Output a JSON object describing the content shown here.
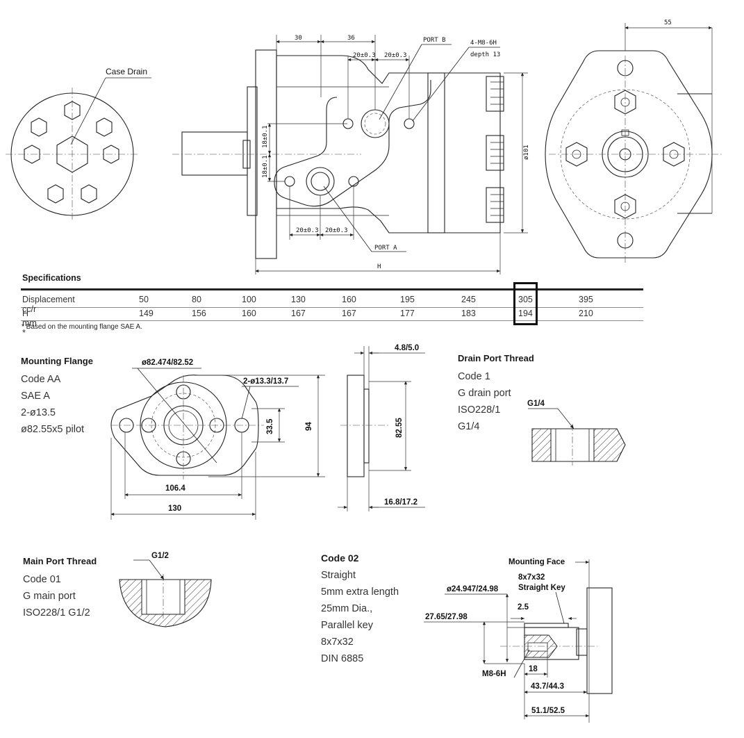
{
  "top": {
    "case_drain_label": "Case Drain",
    "port_a": "PORT A",
    "port_b": "PORT B",
    "thread_callout_1": "4-M8-6H",
    "thread_callout_2": "depth 13",
    "dim_30": "30",
    "dim_36": "36",
    "dim_20a": "20±0.3",
    "dim_20b": "20±0.3",
    "dim_20c": "20±0.3",
    "dim_20d": "20±0.3",
    "dim_18a": "18±0.1",
    "dim_18b": "18±0.1",
    "dim_d101": "ø101",
    "dim_h": "H",
    "dim_55": "55"
  },
  "specs": {
    "title": "Specifications",
    "rows": [
      {
        "label": "Displacement cc/r",
        "values": [
          "50",
          "80",
          "100",
          "130",
          "160",
          "195",
          "245",
          "305",
          "395"
        ]
      },
      {
        "label": "H mm *",
        "values": [
          "149",
          "156",
          "160",
          "167",
          "167",
          "177",
          "183",
          "194",
          "210"
        ]
      }
    ],
    "note": "* Based on the mounting flange SAE A."
  },
  "mounting_flange": {
    "title": "Mounting Flange",
    "lines": [
      "Code AA",
      "SAE A",
      "2-ø13.5",
      "ø82.55x5 pilot"
    ],
    "dim_pilot": "ø82.474/82.52",
    "dim_holes": "2-ø13.3/13.7",
    "dim_335": "33.5",
    "dim_94": "94",
    "dim_1064": "106.4",
    "dim_130": "130",
    "dim_48": "4.8/5.0",
    "dim_8255": "82.55",
    "dim_168": "16.8/17.2"
  },
  "drain_port": {
    "title": "Drain Port Thread",
    "lines": [
      "Code 1",
      "G drain port",
      "ISO228/1",
      "G1/4"
    ],
    "callout": "G1/4"
  },
  "main_port": {
    "title": "Main Port Thread",
    "lines": [
      "Code 01",
      "G main port",
      "ISO228/1 G1/2"
    ],
    "callout": "G1/2"
  },
  "code02": {
    "title": "Code 02",
    "lines": [
      "Straight",
      "5mm extra length",
      "25mm Dia.,",
      "Parallel key",
      "8x7x32",
      "DIN 6885"
    ],
    "mounting_face": "Mounting Face",
    "key_1": "8x7x32",
    "key_2": "Straight Key",
    "dim_d": "ø24.947/24.98",
    "dim_25": "2.5",
    "dim_2765": "27.65/27.98",
    "dim_m8": "M8-6H",
    "dim_18": "18",
    "dim_437": "43.7/44.3",
    "dim_511": "51.1/52.5"
  }
}
